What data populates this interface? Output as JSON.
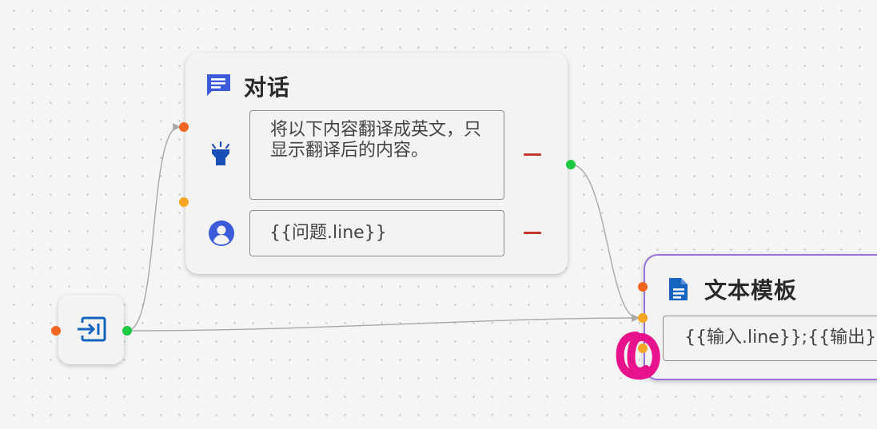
{
  "colors": {
    "canvas": "#f5f5f5",
    "node_bg": "#f3f3f3",
    "accent_blue": "#3b5bdb",
    "template_border": "#9b6fdc",
    "remove_red": "#c0392b",
    "handle_orange_red": "#f26522",
    "handle_orange": "#f5a623",
    "handle_green": "#1ec840",
    "edge_gray": "#a8a8a8",
    "highlight_pink": "#e8128c"
  },
  "chat_node": {
    "title": "对话",
    "title_icon": "chat-bubble-icon",
    "messages": [
      {
        "role_icon": "flashlight-icon",
        "text": "将以下内容翻译成英文，只显示翻译后的内容。"
      },
      {
        "role_icon": "user-circle-icon",
        "text": "{{问题.line}}"
      }
    ]
  },
  "input_node": {
    "icon": "input-arrow-icon"
  },
  "template_node": {
    "title": "文本模板",
    "title_icon": "document-icon",
    "template_text": "{{输入.line}};{{输出}}"
  }
}
